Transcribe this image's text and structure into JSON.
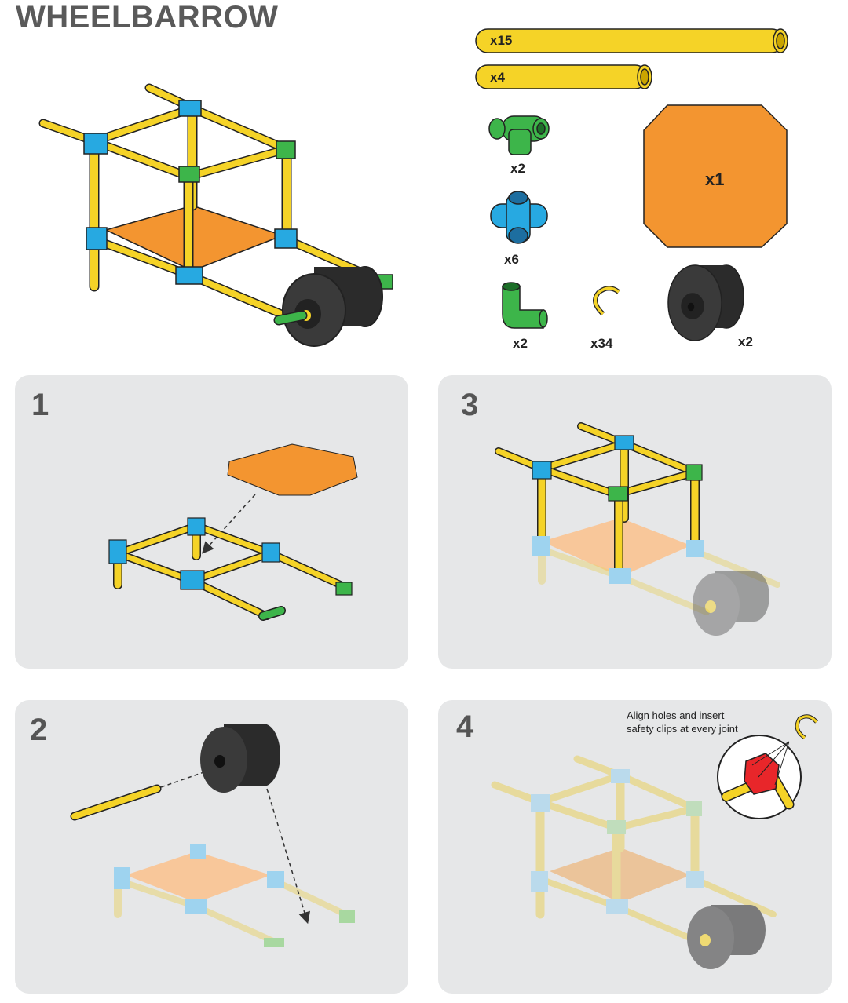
{
  "title": "WHEELBARROW",
  "parts": {
    "long_pipe_qty": "x15",
    "short_pipe_qty": "x4",
    "green_tee_qty": "x2",
    "blue_cross_qty": "x6",
    "green_elbow_qty": "x2",
    "clip_qty": "x34",
    "wheel_qty": "x2",
    "board_qty": "x1"
  },
  "steps": [
    {
      "number": "1"
    },
    {
      "number": "2"
    },
    {
      "number": "3"
    },
    {
      "number": "4",
      "note_line1": "Align holes and insert",
      "note_line2": "safety clips at every joint"
    }
  ],
  "colors": {
    "pipe": "#f5d327",
    "board": "#f39530",
    "blue_joint": "#27a9e1",
    "green_joint": "#3db54a",
    "red_joint": "#e8262a",
    "wheel": "#2b2b2b",
    "panel": "#e6e7e8"
  }
}
